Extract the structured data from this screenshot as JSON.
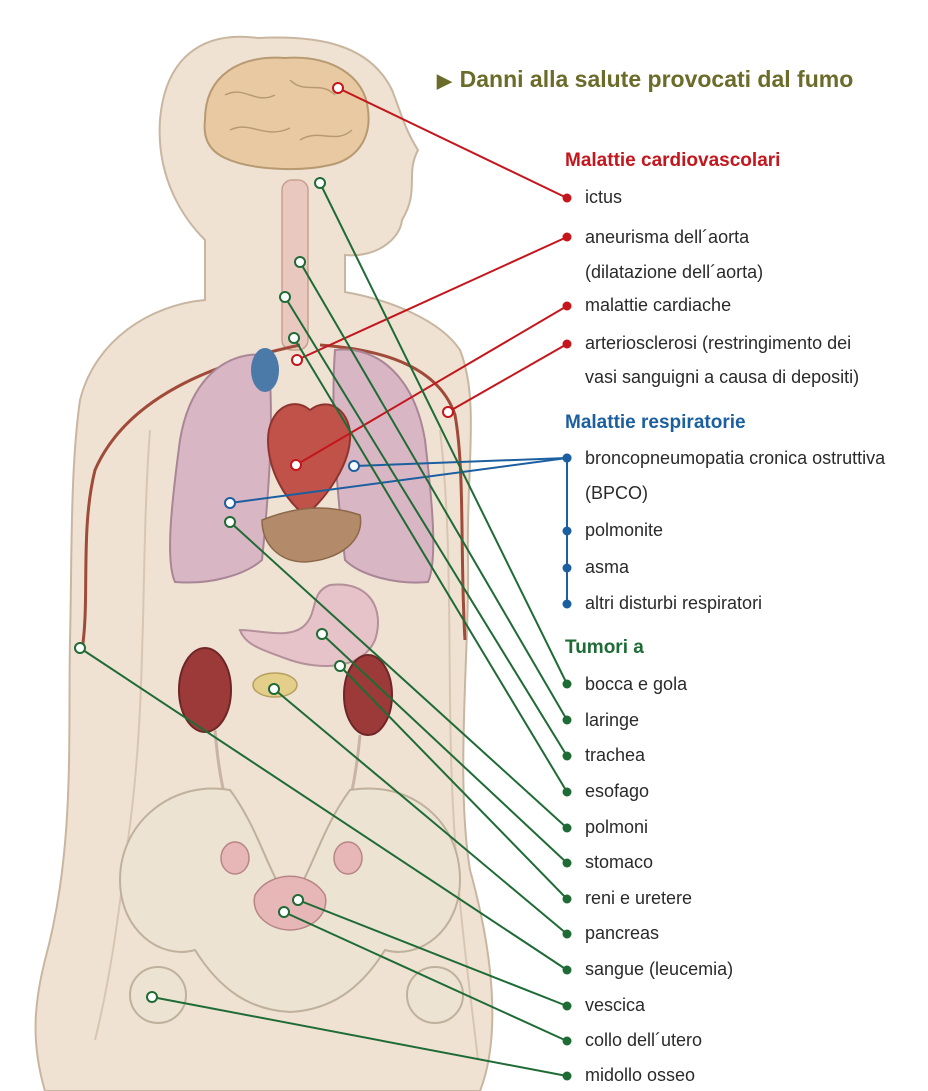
{
  "title": "Danni alla salute provocati dal fumo",
  "colors": {
    "cardio": "#c4161c",
    "resp": "#1c5fa0",
    "tumor": "#1e6b35",
    "title": "#6b6b2a"
  },
  "groups": {
    "cardio": {
      "heading": "Malattie cardiovascolari",
      "items": [
        "ictus",
        "aneurisma dell´aorta",
        "(dilatazione dell´aorta)",
        "malattie cardiache",
        "arteriosclerosi (restringimento dei",
        "vasi sanguigni a causa di depositi)"
      ]
    },
    "resp": {
      "heading": "Malattie respiratorie",
      "items": [
        "broncopneumopatia cronica ostruttiva",
        "(BPCO)",
        "polmonite",
        "asma",
        "altri disturbi respiratori"
      ]
    },
    "tumor": {
      "heading": "Tumori a",
      "items": [
        "bocca e gola",
        "laringe",
        "trachea",
        "esofago",
        "polmoni",
        "stomaco",
        "reni e uretere",
        "pancreas",
        "sangue (leucemia)",
        "vescica",
        "collo dell´utero",
        "midollo osseo"
      ]
    }
  }
}
